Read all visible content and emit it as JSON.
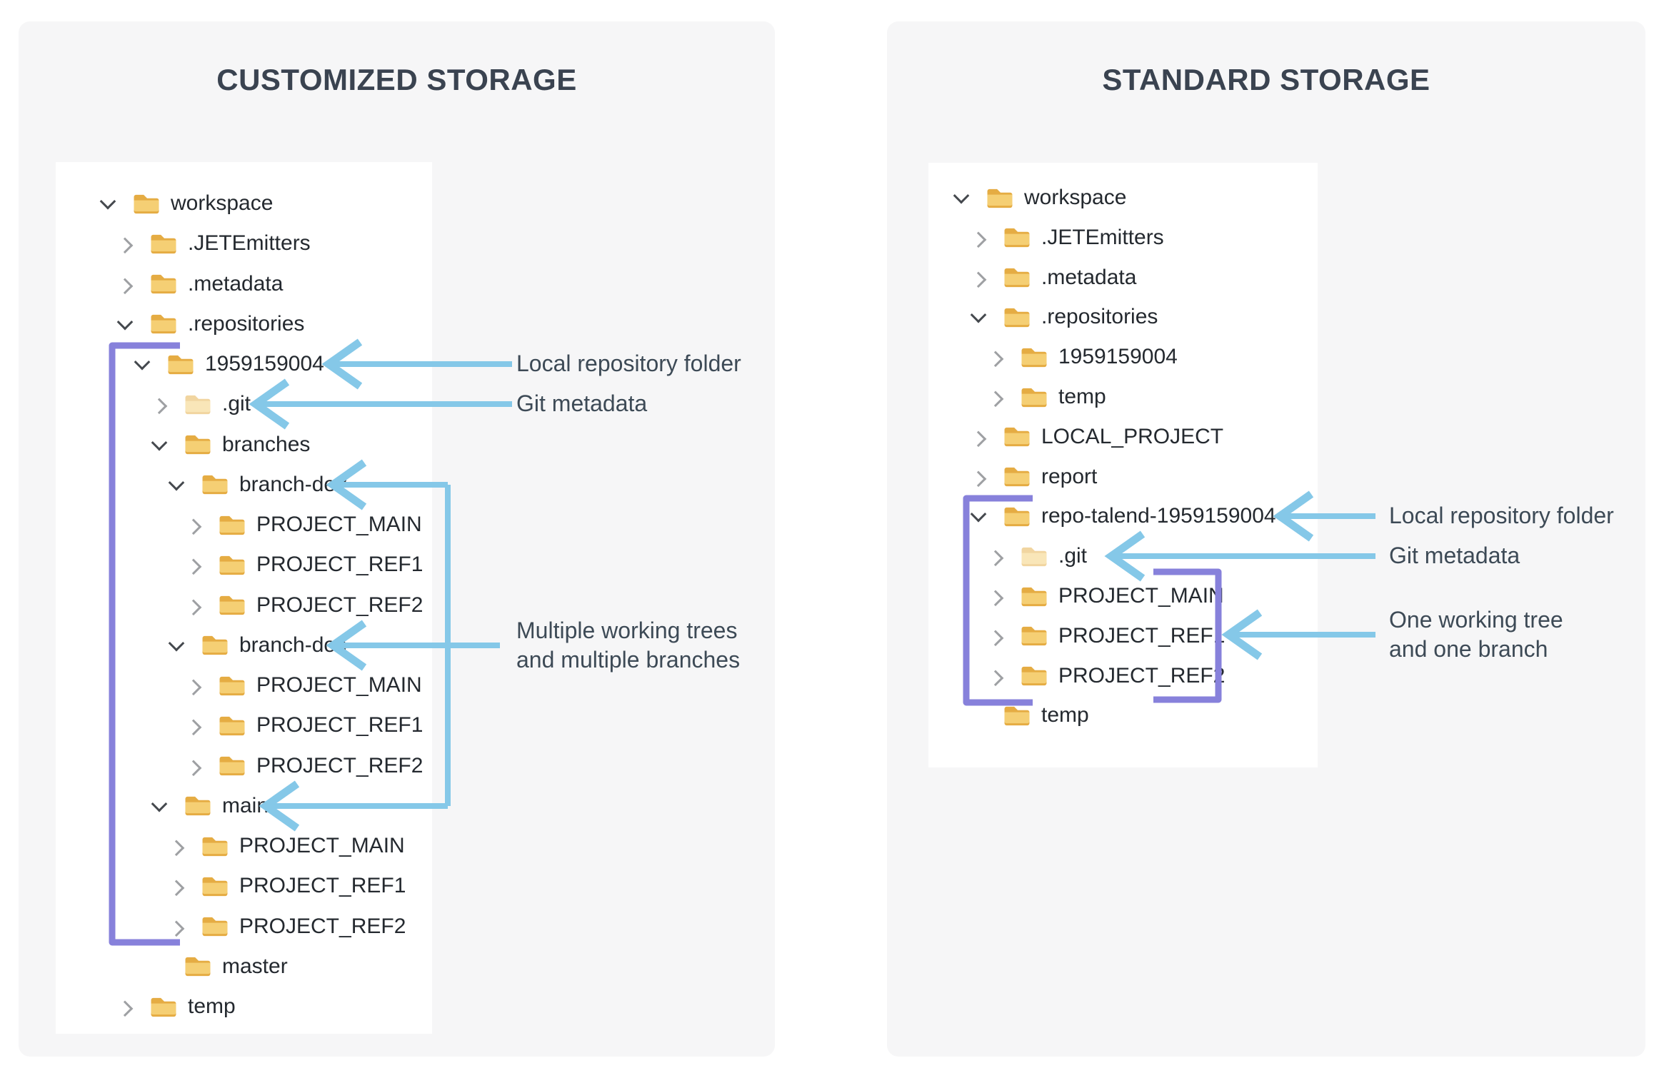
{
  "left_panel": {
    "title": "CUSTOMIZED STORAGE",
    "tree": [
      {
        "label": "workspace",
        "depth": 0,
        "state": "expanded"
      },
      {
        "label": ".JETEmitters",
        "depth": 1,
        "state": "collapsed"
      },
      {
        "label": ".metadata",
        "depth": 1,
        "state": "collapsed"
      },
      {
        "label": ".repositories",
        "depth": 1,
        "state": "expanded"
      },
      {
        "label": "1959159004",
        "depth": 2,
        "state": "expanded"
      },
      {
        "label": ".git",
        "depth": 3,
        "state": "collapsed",
        "faded": true
      },
      {
        "label": "branches",
        "depth": 3,
        "state": "expanded"
      },
      {
        "label": "branch-dev",
        "depth": 4,
        "state": "expanded"
      },
      {
        "label": "PROJECT_MAIN",
        "depth": 5,
        "state": "collapsed"
      },
      {
        "label": "PROJECT_REF1",
        "depth": 5,
        "state": "collapsed"
      },
      {
        "label": "PROJECT_REF2",
        "depth": 5,
        "state": "collapsed"
      },
      {
        "label": "branch-doc",
        "depth": 4,
        "state": "expanded"
      },
      {
        "label": "PROJECT_MAIN",
        "depth": 5,
        "state": "collapsed"
      },
      {
        "label": "PROJECT_REF1",
        "depth": 5,
        "state": "collapsed"
      },
      {
        "label": "PROJECT_REF2",
        "depth": 5,
        "state": "collapsed"
      },
      {
        "label": "main",
        "depth": 3,
        "state": "expanded"
      },
      {
        "label": "PROJECT_MAIN",
        "depth": 4,
        "state": "collapsed"
      },
      {
        "label": "PROJECT_REF1",
        "depth": 4,
        "state": "collapsed"
      },
      {
        "label": "PROJECT_REF2",
        "depth": 4,
        "state": "collapsed"
      },
      {
        "label": "master",
        "depth": 3,
        "state": "none"
      },
      {
        "label": "temp",
        "depth": 1,
        "state": "collapsed"
      }
    ],
    "annotations": {
      "local_repo": "Local repository folder",
      "git_metadata": "Git metadata",
      "working_trees_line1": "Multiple working trees",
      "working_trees_line2": "and multiple branches"
    }
  },
  "right_panel": {
    "title": "STANDARD STORAGE",
    "tree": [
      {
        "label": "workspace",
        "depth": 0,
        "state": "expanded"
      },
      {
        "label": ".JETEmitters",
        "depth": 1,
        "state": "collapsed"
      },
      {
        "label": ".metadata",
        "depth": 1,
        "state": "collapsed"
      },
      {
        "label": ".repositories",
        "depth": 1,
        "state": "expanded"
      },
      {
        "label": "1959159004",
        "depth": 2,
        "state": "collapsed"
      },
      {
        "label": "temp",
        "depth": 2,
        "state": "collapsed"
      },
      {
        "label": "LOCAL_PROJECT",
        "depth": 1,
        "state": "collapsed"
      },
      {
        "label": "report",
        "depth": 1,
        "state": "collapsed"
      },
      {
        "label": "repo-talend-1959159004",
        "depth": 1,
        "state": "expanded"
      },
      {
        "label": ".git",
        "depth": 2,
        "state": "collapsed",
        "faded": true
      },
      {
        "label": "PROJECT_MAIN",
        "depth": 2,
        "state": "collapsed"
      },
      {
        "label": "PROJECT_REF1",
        "depth": 2,
        "state": "collapsed"
      },
      {
        "label": "PROJECT_REF2",
        "depth": 2,
        "state": "collapsed"
      },
      {
        "label": "temp",
        "depth": 1,
        "state": "none"
      }
    ],
    "annotations": {
      "local_repo": "Local repository folder",
      "git_metadata": "Git metadata",
      "working_tree_line1": "One working tree",
      "working_tree_line2": "and one branch"
    }
  },
  "icons": {
    "folder": "folder-icon",
    "chevron_expanded": "chevron-down-icon",
    "chevron_collapsed": "chevron-right-icon"
  },
  "colors": {
    "arrow": "#85C8E8",
    "bracket": "#8781DB",
    "card_bg": "#F6F6F7",
    "panel_bg": "#FFFFFF",
    "title": "#3A4350",
    "annotation": "#3D4A56",
    "label": "#24292F",
    "folder_dark": "#E5AC43",
    "folder_light": "#F5CF74"
  }
}
